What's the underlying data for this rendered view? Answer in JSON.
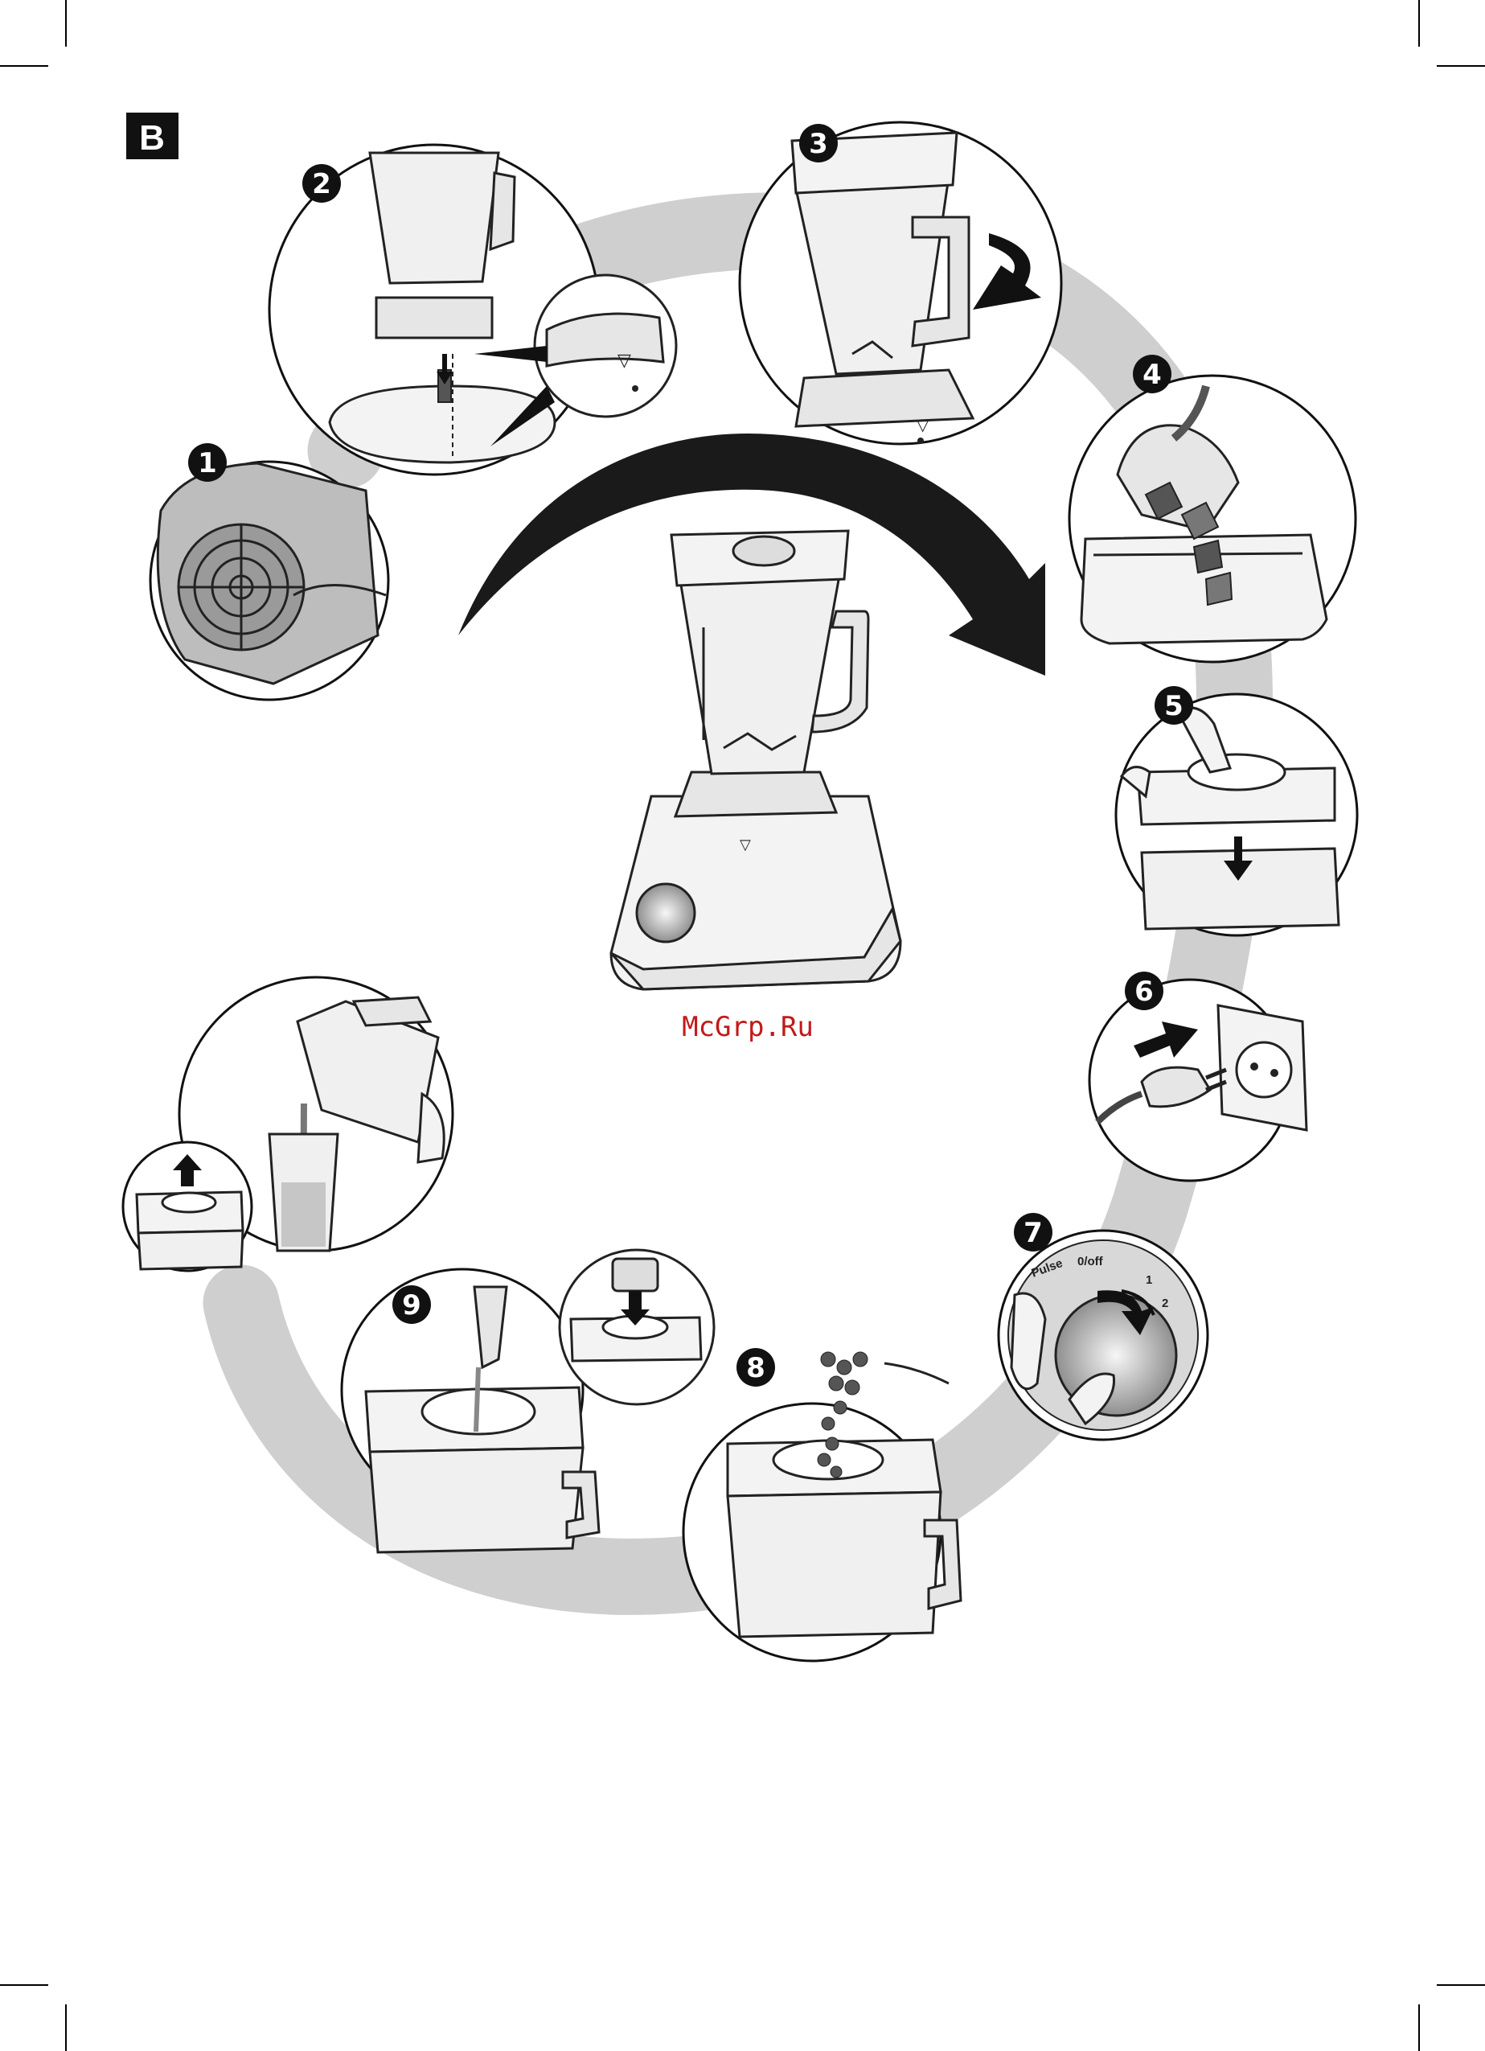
{
  "section": {
    "label": "B"
  },
  "steps": [
    {
      "number": "1"
    },
    {
      "number": "2"
    },
    {
      "number": "3"
    },
    {
      "number": "4"
    },
    {
      "number": "5"
    },
    {
      "number": "6"
    },
    {
      "number": "7"
    },
    {
      "number": "8"
    },
    {
      "number": "9"
    }
  ],
  "dial": {
    "pulse_label": "Pulse",
    "off_label": "0/off",
    "speed_1": "1",
    "speed_2": "2"
  },
  "watermark": {
    "text": "McGrp.Ru"
  },
  "icons": [
    "arrow-right-icon",
    "arrow-down-icon",
    "arrow-up-icon",
    "plug-icon",
    "socket-icon"
  ]
}
